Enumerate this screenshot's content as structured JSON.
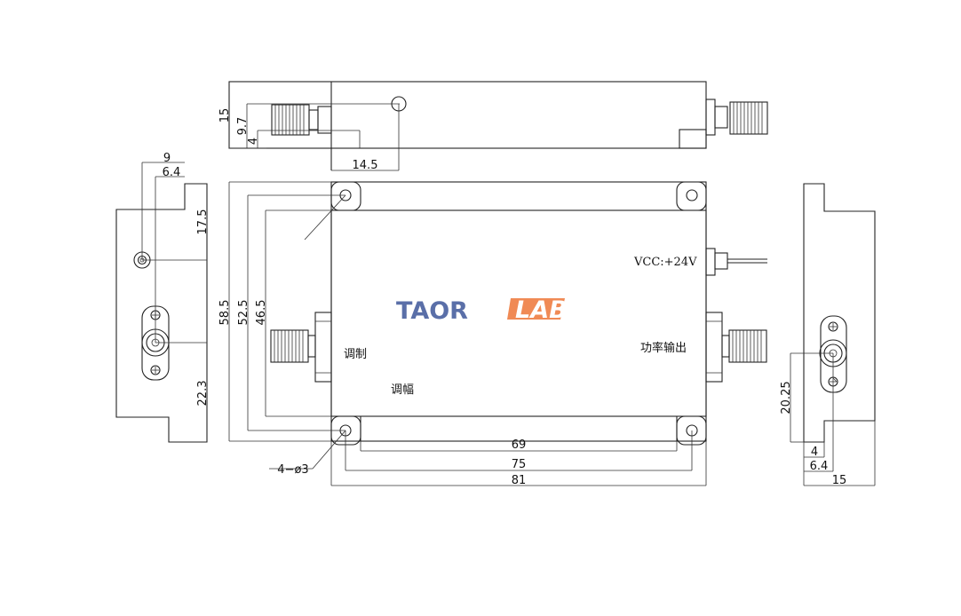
{
  "logo": {
    "part1": "TAOR",
    "part2": "LAB",
    "color1": "#5a6fa8",
    "color2": "#f08a55"
  },
  "labels": {
    "vcc": "VCC:+24V",
    "modulation": "调制",
    "am": "调幅",
    "output": "功率输出",
    "holes": "4−ø3"
  },
  "dims": {
    "top_height": "15",
    "top_conn_h": "9.7",
    "top_conn_off": "4",
    "top_hole": "14.5",
    "left_w9": "9",
    "left_w64": "6.4",
    "left_175": "17.5",
    "left_223": "22.3",
    "front_585": "58.5",
    "front_525": "52.5",
    "front_465": "46.5",
    "front_69": "69",
    "front_75": "75",
    "front_81": "81",
    "right_2025": "20.25",
    "right_4": "4",
    "right_64": "6.4",
    "right_15": "15"
  }
}
